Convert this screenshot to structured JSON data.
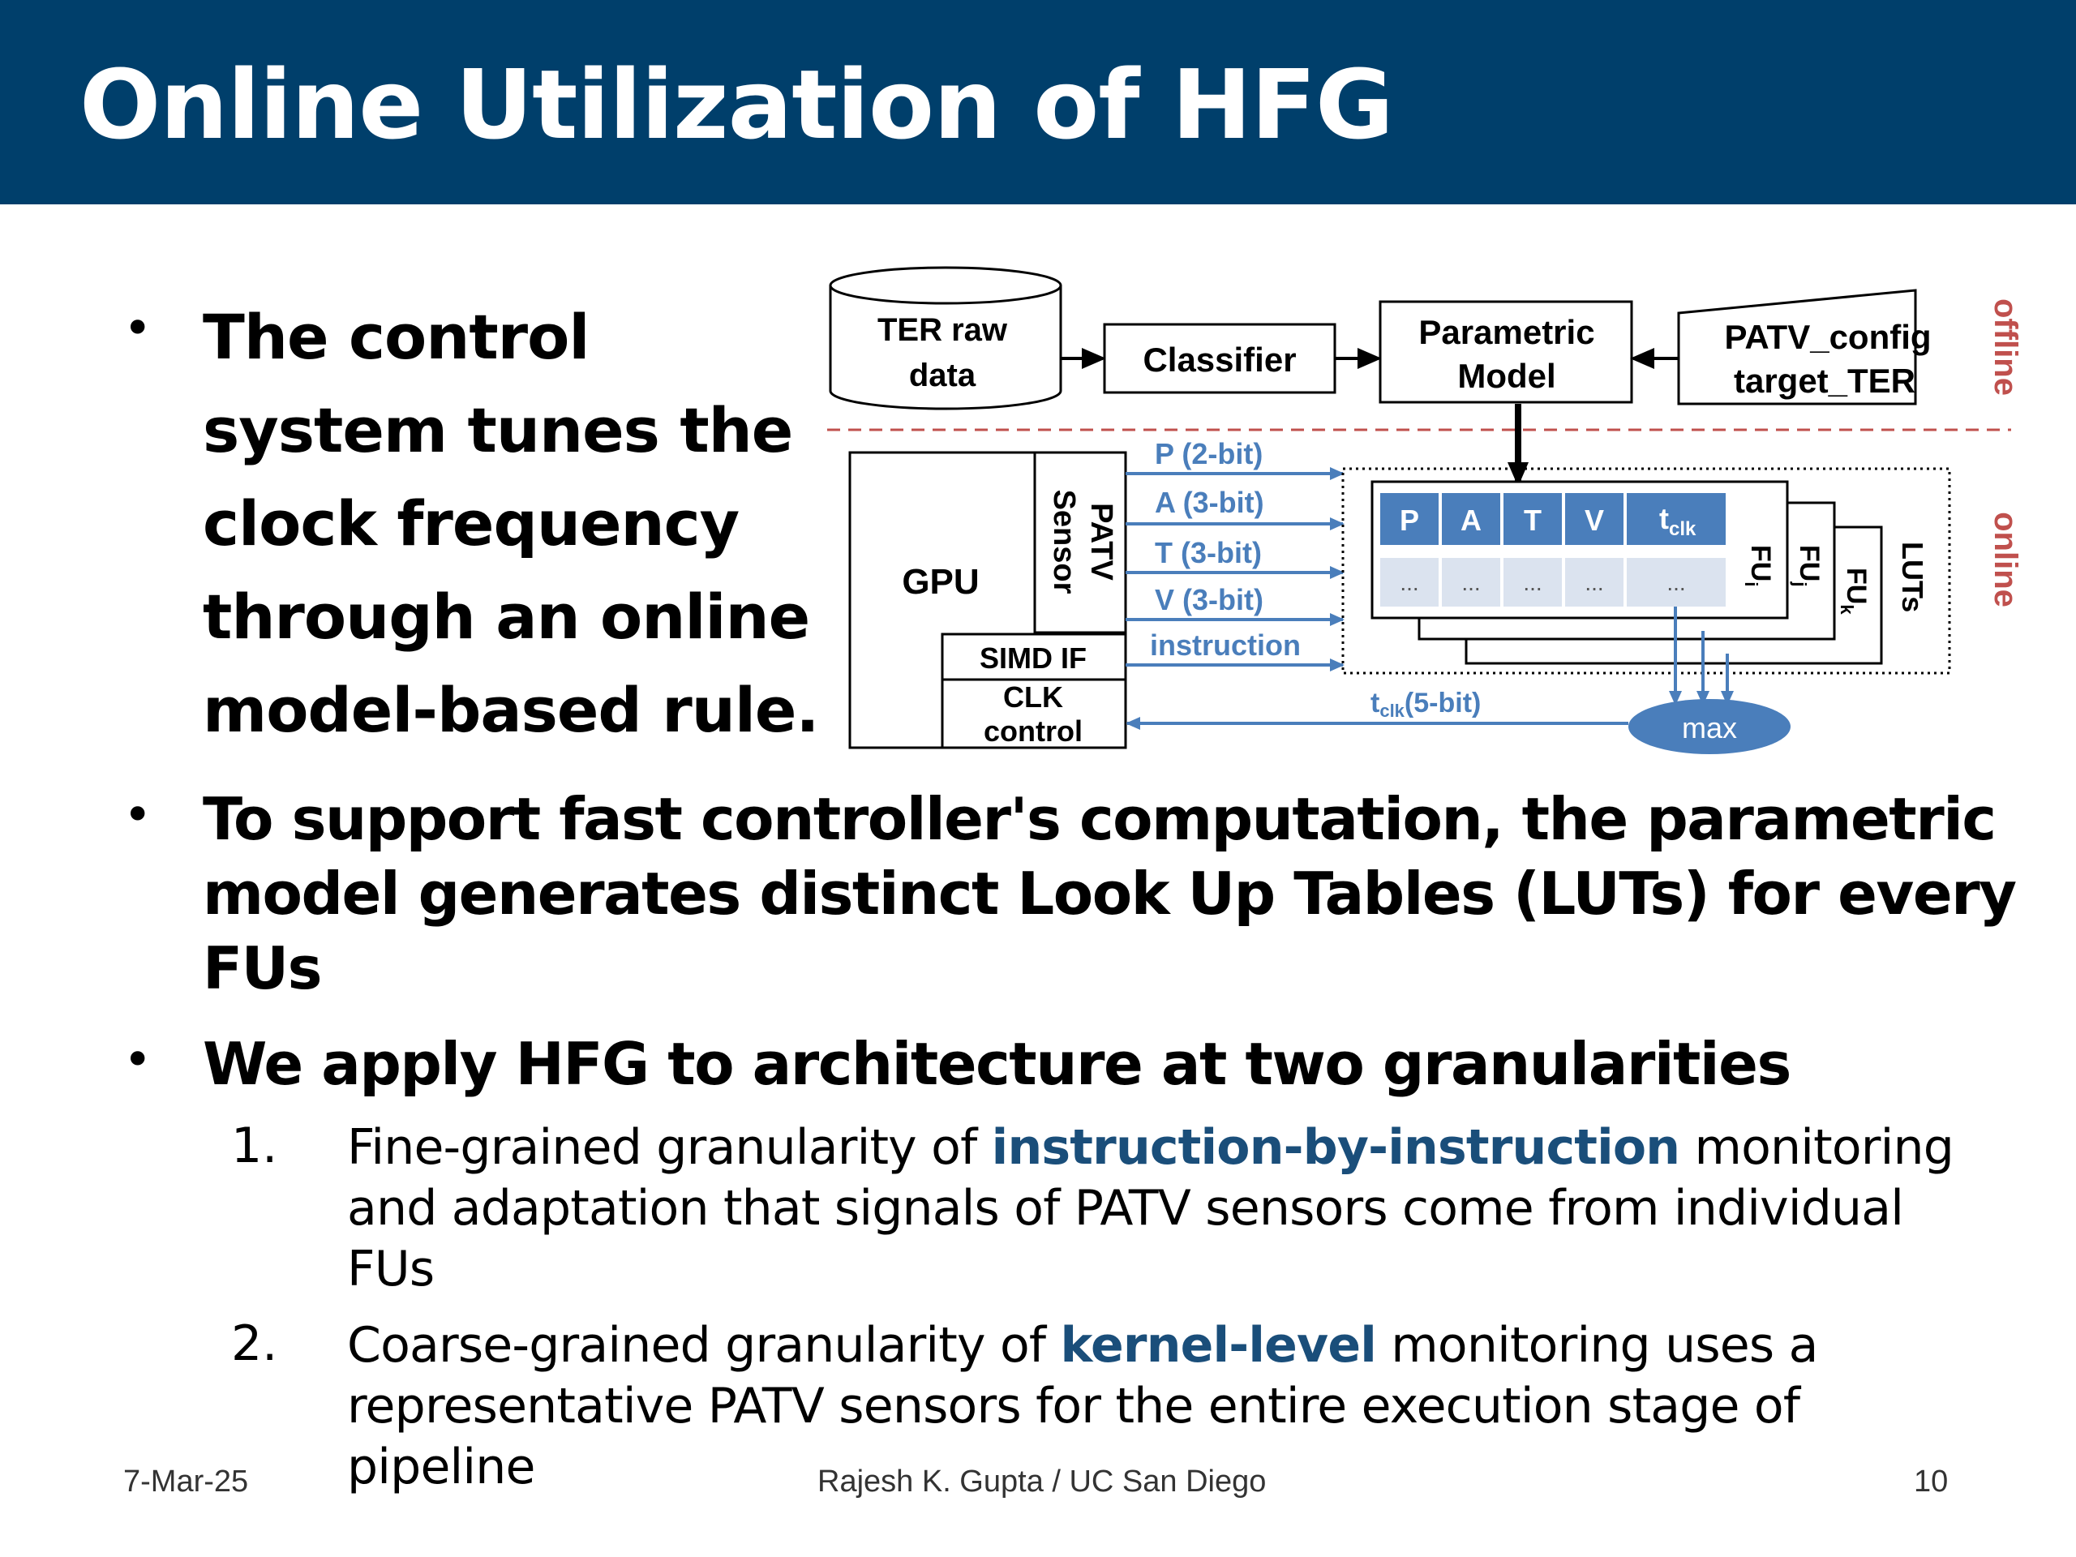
{
  "slide": {
    "title": "Online Utilization of HFG",
    "bullets": [
      "The control system tunes the clock frequency through an online model-based rule.",
      "To support fast controller's computation, the parametric model generates distinct Look Up Tables (LUTs) for every FUs",
      "We apply HFG to  architecture at two granularities"
    ],
    "subitems": [
      {
        "num": "1.",
        "pre": "Fine-grained granularity of ",
        "highlight": "instruction-by-instruction",
        "post": " monitoring and adaptation that signals of PATV sensors come from individual FUs"
      },
      {
        "num": "2.",
        "pre": "Coarse-grained granularity of ",
        "highlight": "kernel-level",
        "post": " monitoring uses a representative PATV sensors for the entire execution stage of pipeline"
      }
    ]
  },
  "diagram": {
    "ter_line1": "TER raw",
    "ter_line2": "data",
    "classifier": "Classifier",
    "model_line1": "Parametric",
    "model_line2": "Model",
    "config_line1": "PATV_config",
    "config_line2": "target_TER",
    "offline": "offline",
    "online": "online",
    "gpu": "GPU",
    "sensor_line1": "PATV",
    "sensor_line2": "Sensor",
    "simd": "SIMD IF",
    "clk_line1": "CLK",
    "clk_line2": "control",
    "signals": [
      "P (2-bit)",
      "A (3-bit)",
      "T (3-bit)",
      "V (3-bit)",
      "instruction"
    ],
    "lut_headers": [
      "P",
      "A",
      "T",
      "V",
      "t",
      "clk"
    ],
    "lut_cells": [
      "...",
      "...",
      "...",
      "...",
      "..."
    ],
    "fu_labels": [
      "FU",
      "i",
      "FU",
      "j",
      "FU",
      "k"
    ],
    "luts": "LUTs",
    "tclk_label": "t",
    "tclk_sub": "clk",
    "tclk_bits": "(5-bit)",
    "max": "max"
  },
  "colors": {
    "title_bg": "#003f6b",
    "arrow_blue": "#4a7ebb",
    "lut_header": "#4a7ebb",
    "lut_cell": "#dbe3ef",
    "offline_red": "#c0504d",
    "highlight": "#1a4e7a"
  },
  "footer": {
    "date": "7-Mar-25",
    "author": "Rajesh K. Gupta / UC San Diego",
    "page": "10"
  }
}
